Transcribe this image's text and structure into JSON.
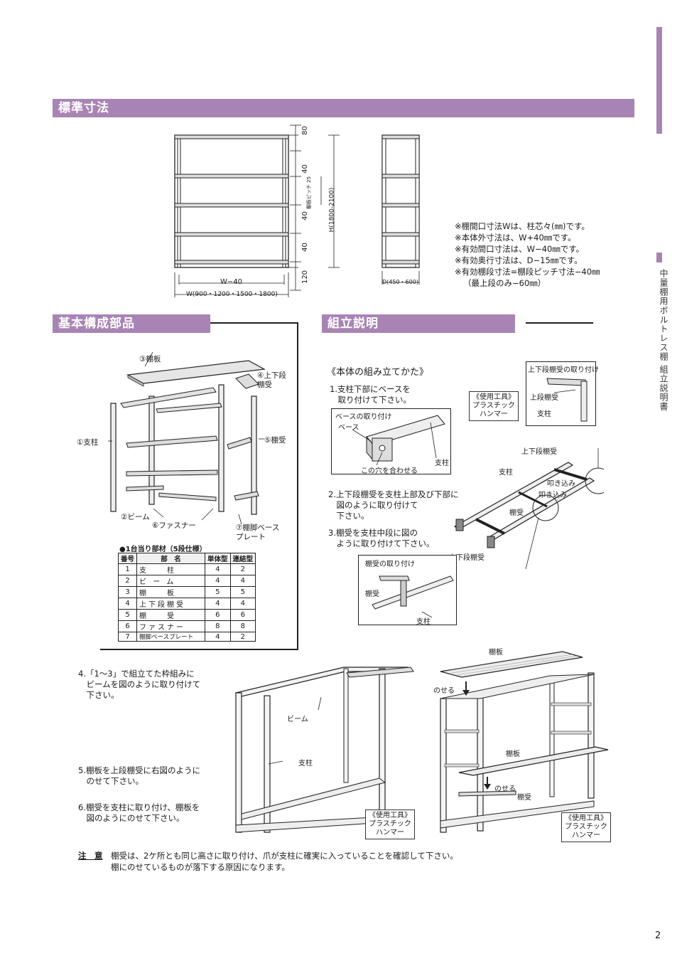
{
  "side_tab": {
    "label": "中量棚用ボルトレス棚 組立説明書"
  },
  "sections": {
    "standard_dimensions": "標準寸法",
    "basic_parts": "基本構成部品",
    "assembly": "組立説明"
  },
  "dimension_drawing": {
    "top_gap": "80",
    "pitch_1": "40",
    "pitch_2": "40",
    "pitch_3": "40",
    "bottom_gap": "120",
    "pitch_note": "棚板ピッチ 25",
    "height_range": "H(1800-2100)",
    "inner_width": "W−40",
    "outer_width": "W(900・1200・1500・1800)",
    "depth": "D(450・600)"
  },
  "dimension_notes": [
    "※棚間口寸法Wは、柱芯々(㎜)です。",
    "※本体外寸法は、W+40㎜です。",
    "※有効間口寸法は、W−40㎜です。",
    "※有効奥行寸法は、D−15㎜です。",
    "※有効棚段寸法=棚段ピッチ寸法−40㎜",
    "（最上段のみ−60㎜）"
  ],
  "parts_callouts": {
    "shelf": "③棚板",
    "upper_lower_support": "④上下段\n棚受",
    "post": "①支柱",
    "support": "⑤棚受",
    "beam": "②ビーム",
    "fastener": "⑥ファスナー",
    "base_plate": "⑦棚脚ベース\nプレート"
  },
  "parts_table": {
    "caption": "●1台当り部材（5段仕様）",
    "headers": [
      "番号",
      "部　名",
      "単体型",
      "連結型"
    ],
    "rows": [
      [
        "1",
        "支　　柱",
        "4",
        "2"
      ],
      [
        "2",
        "ビ ー ム",
        "4",
        "4"
      ],
      [
        "3",
        "棚　　板",
        "5",
        "5"
      ],
      [
        "4",
        "上下段棚受",
        "4",
        "4"
      ],
      [
        "5",
        "棚　　受",
        "6",
        "6"
      ],
      [
        "6",
        "ファスナー",
        "8",
        "8"
      ],
      [
        "7",
        "棚脚ベースプレート",
        "4",
        "2"
      ]
    ]
  },
  "assembly": {
    "heading": "《本体の組み立てかた》",
    "step1": "1.支柱下部にベースを\n　取り付けて下さい。",
    "base_box_title": "ベースの取り付け",
    "base_label": "ベース",
    "post_label": "支柱",
    "align_note": "この穴を合わせる",
    "tool_box": "《使用工具》\nプラスチック\nハンマー",
    "upper_lower_title": "上下段棚受の取り付け",
    "upper_support_label": "上段棚受",
    "post_label_2": "支柱",
    "upper_lower_label": "上下段棚受",
    "post_label_3": "支柱",
    "drive_in_1": "叩き込み",
    "drive_in_2": "叩き込み",
    "support_label": "棚受",
    "upper_lower_label_2": "上下段棚受",
    "step2": "2.上下段棚受を支柱上部及び下部に\n　図のように取り付けて\n　下さい。",
    "step3": "3.棚受を支柱中段に図の\n　ように取り付けて下さい。",
    "support_box_title": "棚受の取り付け",
    "support_label_2": "棚受",
    "post_label_4": "支柱"
  },
  "lower_steps": {
    "step4": "4.「1〜3」で組立てた枠組みに\n　ビームを図のように取り付けて\n　下さい。",
    "step5": "5.棚板を上段棚受に右図のように\n　のせて下さい。",
    "step6": "6.棚受を支柱に取り付け、棚板を\n　図のようにのせて下さい。",
    "beam_label": "ビーム",
    "post_label": "支柱",
    "tool_box_1": "《使用工具》\nプラスチック\nハンマー",
    "shelf_label_1": "棚板",
    "place_1": "のせる",
    "shelf_label_2": "棚板",
    "place_2": "のせる",
    "support_label": "棚受",
    "tool_box_2": "《使用工具》\nプラスチック\nハンマー"
  },
  "caution": {
    "label": "注　意",
    "line1": "棚受は、2ケ所とも同じ高さに取り付け、爪が支柱に確実に入っていることを確認して下さい。",
    "line2": "棚にのせているものが落下する原因になります。"
  },
  "page_number": "2"
}
